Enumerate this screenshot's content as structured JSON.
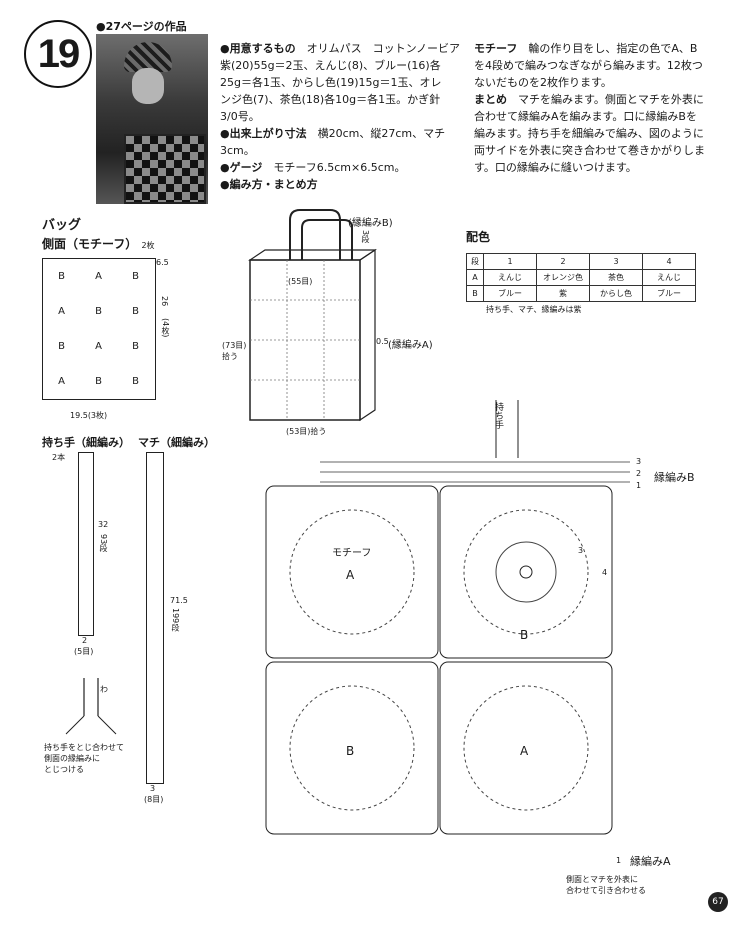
{
  "header": {
    "pattern_number": "19",
    "page_ref": "●27ページの作品"
  },
  "materials": {
    "label": "●用意するもの",
    "lines": [
      "オリムパス　コットンノービア",
      "紫(20)55g＝2玉、えんじ(8)、ブルー(16)各",
      "25g＝各1玉、からし色(19)15g＝1玉、オレ",
      "ンジ色(7)、茶色(18)各10g＝各1玉。かぎ針",
      "3/0号。"
    ]
  },
  "size": {
    "label": "●出来上がり寸法",
    "value": "横20cm、縦27cm、マチ3cm。"
  },
  "gauge": {
    "label": "●ゲージ",
    "value": "モチーフ6.5cm×6.5cm。"
  },
  "method_label": "●編み方・まとめ方",
  "right_text": {
    "motif_label": "モチーフ",
    "motif_lines": [
      "輪の作り目をし、指定の色でA、B",
      "を4段めで編みつなぎながら編みます。12枚つ",
      "ないだものを2枚作ります。"
    ],
    "finish_label": "まとめ",
    "finish_lines": [
      "マチを編みます。側面とマチを外表に",
      "合わせて縁編みAを編みます。口に縁編みBを",
      "編みます。持ち手を細編みで編み、図のように",
      "両サイドを外表に突き合わせて巻きかがりしま",
      "す。口の縁編みに縫いつけます。"
    ]
  },
  "bag_section": {
    "title": "バッグ",
    "side_label": "側面（モチーフ）",
    "side_count": "2枚",
    "grid": [
      [
        "B",
        "A",
        "B"
      ],
      [
        "A",
        "B",
        "B"
      ],
      [
        "B",
        "A",
        "B"
      ],
      [
        "A",
        "B",
        "B"
      ]
    ],
    "dim_top": "6.5",
    "dim_height": "26",
    "dim_rows": "(4枚)",
    "dim_width": "19.5(3枚)"
  },
  "handle": {
    "title": "持ち手（細編み）",
    "count": "2本",
    "length": "32",
    "rows": "93段",
    "width": "2",
    "width_st": "(5目)",
    "note_lines": [
      "持ち手をとじ合わせて",
      "側面の縁編みに",
      "とじつける"
    ],
    "ring_label": "わ"
  },
  "gusset": {
    "title": "マチ（細編み）",
    "length": "71.5",
    "rows": "199段",
    "width": "3",
    "width_st": "(8目)"
  },
  "bag_drawing": {
    "edge_b": "(縁編みB)",
    "edge_b_rows": "3段",
    "top_st": "(55目)",
    "bottom_st": "(53目)拾う",
    "side_st": "(73目)拾う",
    "side_gap": "0.5",
    "edge_a": "(縁編みA)"
  },
  "color_table": {
    "title": "配色",
    "header": [
      "段",
      "1",
      "2",
      "3",
      "4"
    ],
    "rows": [
      [
        "A",
        "えんじ",
        "オレンジ色",
        "茶色",
        "えんじ"
      ],
      [
        "B",
        "ブルー",
        "紫",
        "からし色",
        "ブルー"
      ]
    ],
    "note": "持ち手、マチ、縁編みは紫"
  },
  "chart": {
    "handle_label": "持ち手",
    "motif_label": "モチーフ",
    "labels": [
      "A",
      "B",
      "B",
      "A"
    ],
    "edge_b": "縁編みB",
    "edge_a": "縁編みA",
    "row_marks_b": [
      "3",
      "2",
      "1"
    ],
    "edge_a_mark": "1",
    "round_marks": [
      "3",
      "4"
    ],
    "bottom_note_lines": [
      "側面とマチを外表に",
      "合わせて引き合わせる"
    ]
  },
  "page_number": "67",
  "colors": {
    "ink": "#1a1a1a",
    "paper": "#ffffff"
  }
}
